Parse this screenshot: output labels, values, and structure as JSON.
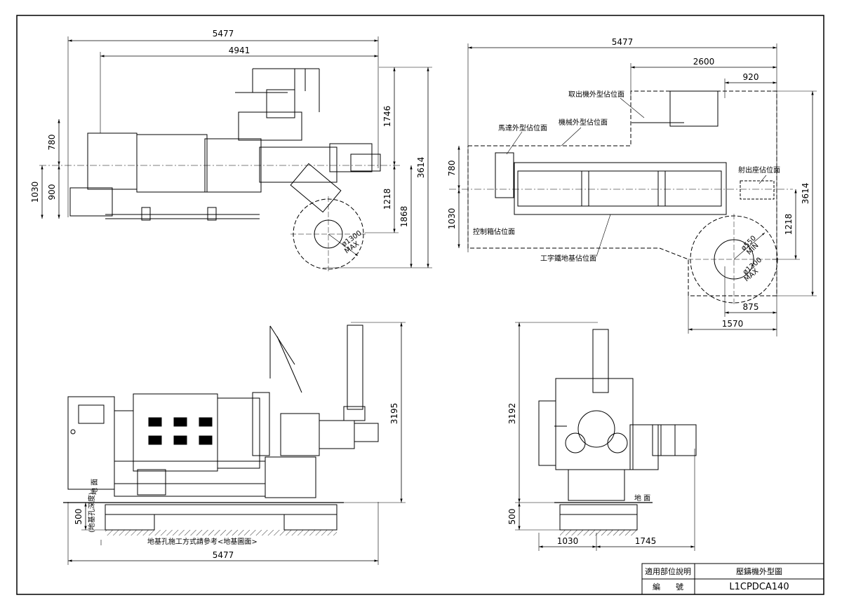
{
  "dimensions": {
    "top_left_width_total": "5477",
    "top_left_width_machine": "4941",
    "top_left_h_upper": "780",
    "top_left_h_lower": "900",
    "top_left_h_base": "1030",
    "top_left_h_1746": "1746",
    "top_left_h_1218": "1218",
    "top_left_h_1868": "1868",
    "top_left_h_3614": "3614",
    "top_left_circle": "ø1300",
    "top_left_circle_max": "MAX",
    "top_right_width_total": "5477",
    "top_right_width_2600": "2600",
    "top_right_width_920": "920",
    "top_right_h_780": "780",
    "top_right_h_1030": "1030",
    "top_right_h_1218": "1218",
    "top_right_h_3614": "3614",
    "top_right_w_875": "875",
    "top_right_w_1570": "1570",
    "top_right_circle_inner": "ø550",
    "top_right_circle_inner_min": "MIN",
    "top_right_circle_outer": "ø1300",
    "top_right_circle_outer_max": "MAX",
    "bottom_left_height": "3195",
    "bottom_left_depth": "500",
    "bottom_left_width": "5477",
    "bottom_right_height": "3192",
    "bottom_right_depth": "500",
    "bottom_right_w_1030": "1030",
    "bottom_right_w_1745": "1745"
  },
  "labels": {
    "extractor_area": "取出機外型佔位面",
    "machine_area": "機械外型佔位面",
    "motor_area": "馬達外型佔位面",
    "shot_seat_area": "射出座佔位面",
    "control_box_area": "控制箱佔位面",
    "ibeam_base_area": "工字鐵地基佔位面",
    "ground_left": "地 面",
    "ground_right": "地 面",
    "foundation_depth": "(地基孔深度)",
    "foundation_note": "地基孔施工方式請參考<地基圖面>"
  },
  "title_block": {
    "applicable_label": "適用部位說明",
    "applicable_value": "壓鑄機外型圖",
    "number_label": "編　　號",
    "number_value": "L1CPDCA140"
  },
  "colors": {
    "line": "#000000",
    "paper": "#ffffff"
  }
}
